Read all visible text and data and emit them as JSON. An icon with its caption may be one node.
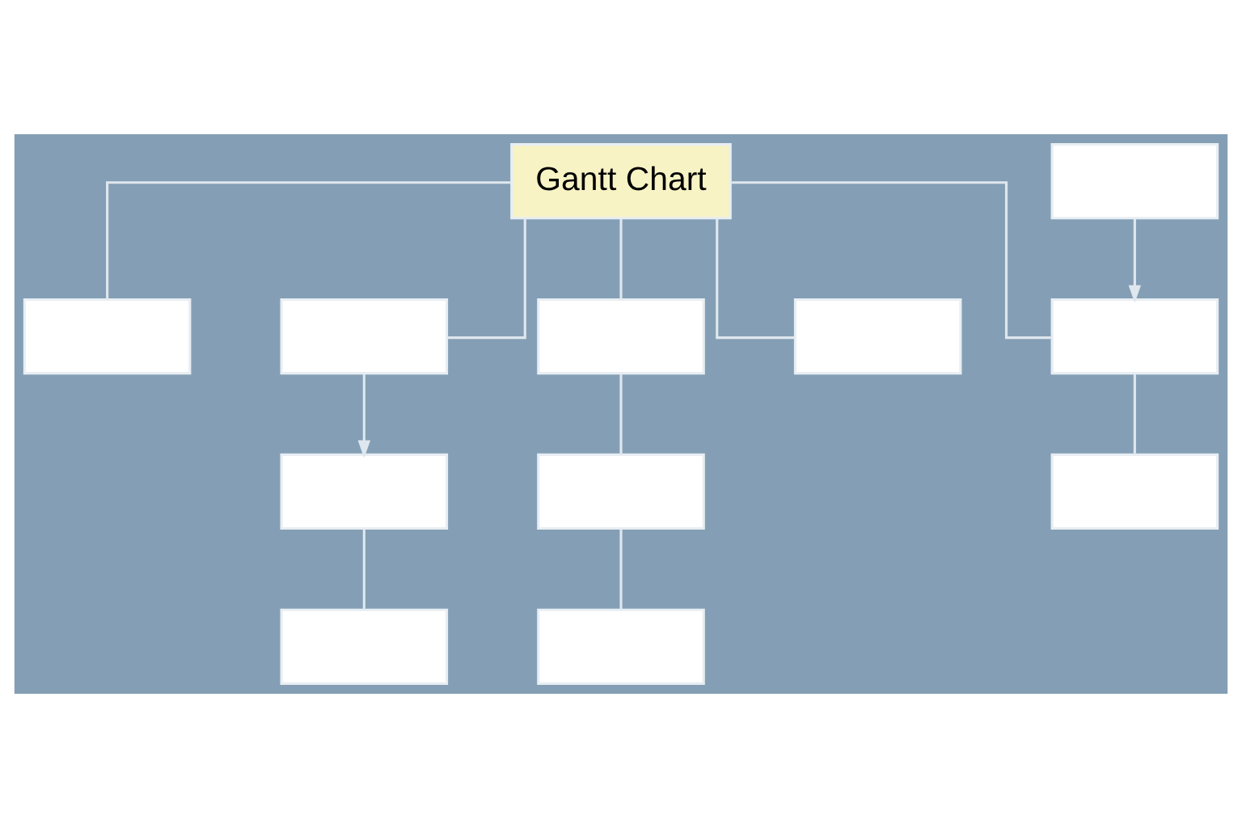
{
  "diagram": {
    "nodes": [
      {
        "text": [
          "Gantt Chart"
        ]
      },
      {
        "text": [],
        "shape": "box"
      },
      {
        "text": [],
        "shape": "box"
      },
      {
        "text": [],
        "shape": "box"
      },
      {
        "text": [],
        "shape": "box"
      },
      {
        "text": [],
        "shape": "box"
      },
      {
        "text": [],
        "shape": "box"
      },
      {
        "text": [],
        "shape": "box"
      },
      {
        "text": [],
        "shape": "box"
      },
      {
        "text": [],
        "shape": "box"
      },
      {
        "text": [],
        "shape": "box"
      },
      {
        "text": [],
        "shape": "box"
      }
    ],
    "edges": [
      {
        "from": 0,
        "to": 1,
        "arrow": "none"
      },
      {
        "from": 0,
        "to": 2,
        "arrow": "none"
      },
      {
        "from": 0,
        "to": 3,
        "arrow": "none"
      },
      {
        "from": 0,
        "to": 10,
        "arrow": "none"
      },
      {
        "from": 0,
        "to": 8,
        "arrow": "none"
      },
      {
        "from": 2,
        "to": 4,
        "arrow": "to"
      },
      {
        "from": 4,
        "to": 7,
        "arrow": "none"
      },
      {
        "from": 5,
        "to": 8,
        "arrow": "to"
      },
      {
        "from": 8,
        "to": 11,
        "arrow": "none"
      },
      {
        "from": 3,
        "to": 6,
        "arrow": "none"
      },
      {
        "from": 6,
        "to": 9,
        "arrow": "none"
      }
    ]
  }
}
